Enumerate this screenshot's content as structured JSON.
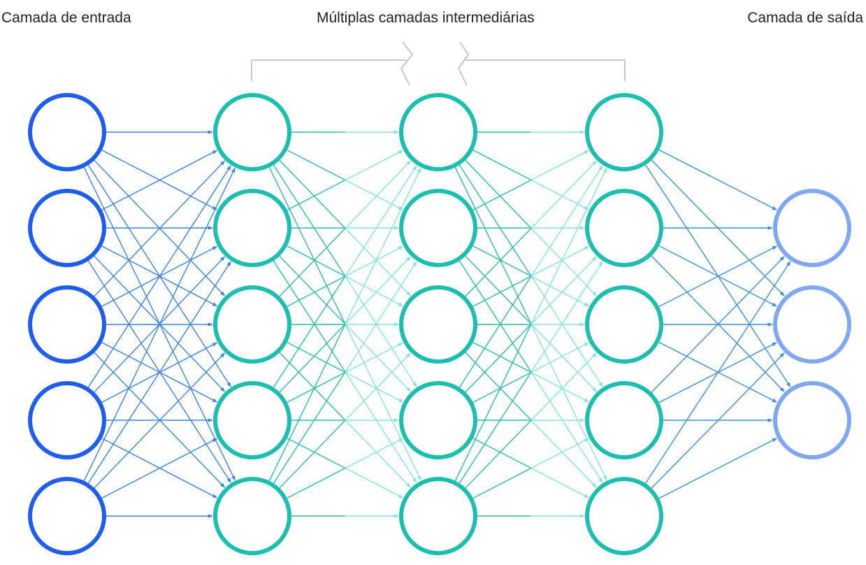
{
  "labels": {
    "input": "Camada de entrada",
    "hidden": "Múltiplas camadas intermediárias",
    "output": "Camada de saída"
  },
  "network": {
    "layers": [
      {
        "name": "input",
        "neurons": 5,
        "color": "#1f5eea"
      },
      {
        "name": "hidden-1",
        "neurons": 5,
        "color": "#1cbfae"
      },
      {
        "name": "hidden-2",
        "neurons": 5,
        "color": "#1cbfae"
      },
      {
        "name": "hidden-3",
        "neurons": 5,
        "color": "#1cbfae"
      },
      {
        "name": "output",
        "neurons": 3,
        "color": "#7fa8f0"
      }
    ],
    "connection_colors": {
      "input_to_hidden": "#3c83e0",
      "hidden_to_hidden": "#2bbcae",
      "middle": "#86e3d8",
      "hidden_to_output": "#3c8fd8"
    },
    "bracket_color": "#c8c8c8"
  }
}
